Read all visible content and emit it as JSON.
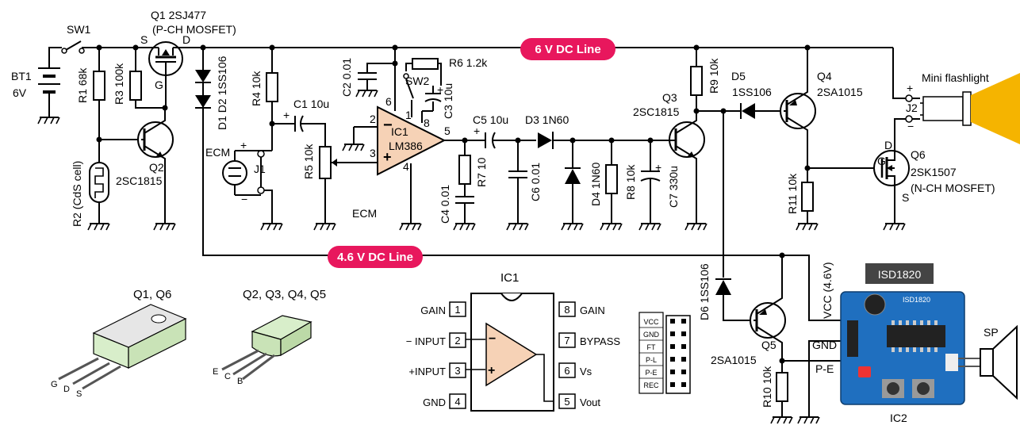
{
  "rails": {
    "v6_line": "6 V DC Line",
    "v46_line": "4.6 V DC Line"
  },
  "battery": {
    "ref": "BT1",
    "value": "6V"
  },
  "switch_sw1": "SW1",
  "q1": {
    "ref": "Q1 2SJ477",
    "type": "(P-CH MOSFET)",
    "s": "S",
    "d": "D",
    "g": "G"
  },
  "r1": "R1 68k",
  "r3": "R3 100k",
  "q2": "Q2",
  "q2_part": "2SC1815",
  "r2": "R2 (CdS cell)",
  "diodes_d1d2": "D1 D2 1SS106",
  "r4": "R4 10k",
  "c1": "C1  10u",
  "ecm": "ECM",
  "plus": "+",
  "minus": "−",
  "j1": "J1",
  "r5": "R5 10k",
  "ecm_note": "ECM",
  "c2": "C2 0.01",
  "ic1": {
    "ref": "IC1",
    "part": "LM386"
  },
  "ic1_pins": {
    "p2": "2",
    "p3": "3",
    "p4": "4",
    "p5": "5",
    "p6": "6",
    "p1": "1",
    "p8": "8"
  },
  "sw2": "SW2",
  "r6": "R6  1.2k",
  "c3": "C3 10u",
  "c5": "C5   10u",
  "d3": "D3   1N60",
  "c4": "C4  0.01",
  "r7": "R7  10",
  "c6": "C6  0.01",
  "d4": "D4 1N60",
  "r8": "R8 10k",
  "c7": "C7  330u",
  "q3": "Q3",
  "q3_part": "2SC1815",
  "r9": "R9  10k",
  "d5": "D5",
  "d5_part": "1SS106",
  "q4": "Q4",
  "q4_part": "2SA1015",
  "r11": "R11  10k",
  "q6": {
    "ref": "Q6",
    "part": "2SK1507",
    "type": "(N-CH MOSFET)",
    "d": "D",
    "g": "G",
    "s": "S"
  },
  "j2": "J2",
  "flashlight": "Mini flashlight",
  "d6": "D6  1SS106",
  "q5": "Q5",
  "q5_part": "2SA1015",
  "r10": "R10  10k",
  "vcc_label": "VCC (4.6V)",
  "gnd_label": "GND",
  "pe_label": "P-E",
  "isd": {
    "title": "ISD1820",
    "board_text": "ISD1820",
    "ic_ref": "IC2",
    "sp": "SP"
  },
  "header_pins": [
    "VCC",
    "GND",
    "FT",
    "P-L",
    "P-E",
    "REC"
  ],
  "pkg_q1q6": "Q1, Q6",
  "pkg_q1q6_pins": [
    "G",
    "D",
    "S"
  ],
  "pkg_q2q5": "Q2, Q3, Q4, Q5",
  "pkg_q2q5_pins": [
    "E",
    "C",
    "B"
  ],
  "ic1_pinout": {
    "title": "IC1",
    "left": [
      {
        "num": "1",
        "name": "GAIN"
      },
      {
        "num": "2",
        "name": "− INPUT"
      },
      {
        "num": "3",
        "name": "+INPUT"
      },
      {
        "num": "4",
        "name": "GND"
      }
    ],
    "right": [
      {
        "num": "8",
        "name": "GAIN"
      },
      {
        "num": "7",
        "name": "BYPASS"
      },
      {
        "num": "6",
        "name": "Vs"
      },
      {
        "num": "5",
        "name": "Vout"
      }
    ]
  },
  "colors": {
    "pill": "#e8175d",
    "opamp_fill": "#f6d2b6",
    "pkg_green": "#d8eeca",
    "pcb_blue": "#1f6fbf",
    "flash_yellow": "#f5b400"
  }
}
